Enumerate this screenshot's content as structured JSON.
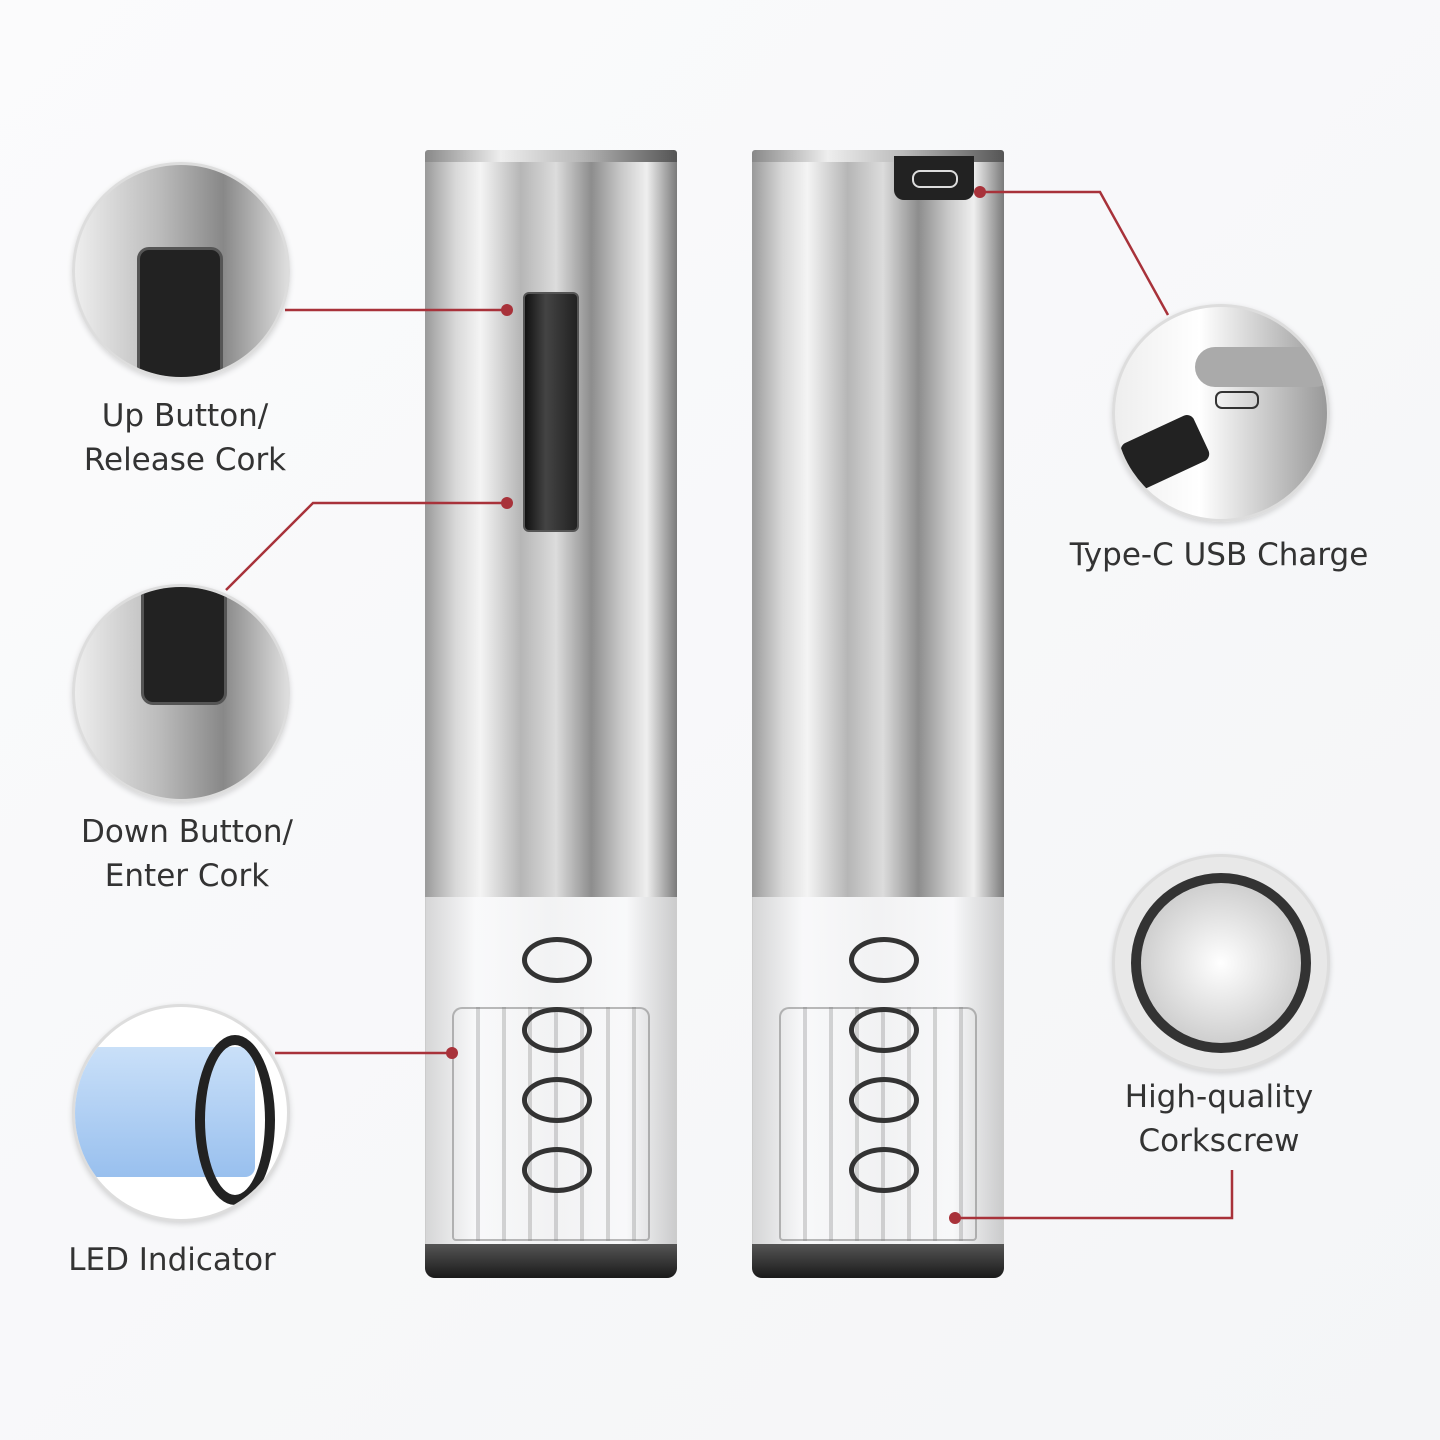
{
  "callouts": {
    "up_button": {
      "line1": "Up Button/",
      "line2": "Release Cork"
    },
    "down_button": {
      "line1": "Down Button/",
      "line2": "Enter Cork"
    },
    "led": {
      "line1": "LED Indicator"
    },
    "usb": {
      "line1": "Type-C USB Charge"
    },
    "corkscrew": {
      "line1": "High-quality",
      "line2": "Corkscrew"
    }
  },
  "colors": {
    "accent_line": "#a8323a",
    "metal": "#c8c8c8",
    "base": "#1a1a1a"
  }
}
